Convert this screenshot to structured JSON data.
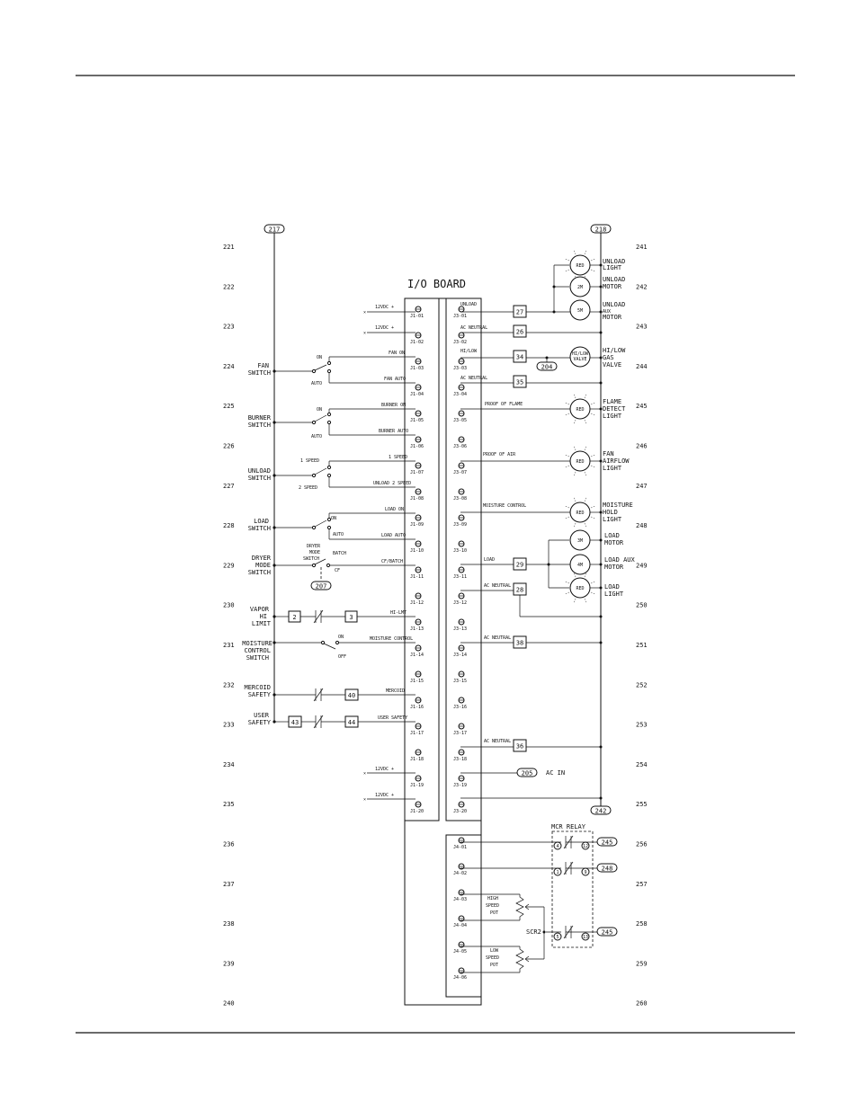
{
  "page": {
    "title": "I/O BOARD"
  },
  "refs_top": {
    "left": "217",
    "right": "218"
  },
  "ref_bottom_right": "242",
  "line_numbers_left": [
    "221",
    "222",
    "223",
    "224",
    "225",
    "226",
    "227",
    "228",
    "229",
    "230",
    "231",
    "232",
    "233",
    "234",
    "235",
    "236",
    "237",
    "238",
    "239",
    "240"
  ],
  "line_numbers_right": [
    "241",
    "242",
    "243",
    "244",
    "245",
    "246",
    "247",
    "248",
    "249",
    "250",
    "251",
    "252",
    "253",
    "254",
    "255",
    "256",
    "257",
    "258",
    "259",
    "260"
  ],
  "j1": [
    "J1-01",
    "J1-02",
    "J1-03",
    "J1-04",
    "J1-05",
    "J1-06",
    "J1-07",
    "J1-08",
    "J1-09",
    "J1-10",
    "J1-11",
    "J1-12",
    "J1-13",
    "J1-14",
    "J1-15",
    "J1-16",
    "J1-17",
    "J1-18",
    "J1-19",
    "J1-20"
  ],
  "j3": [
    "J3-01",
    "J3-02",
    "J3-03",
    "J3-04",
    "J3-05",
    "J3-06",
    "J3-07",
    "J3-08",
    "J3-09",
    "J3-10",
    "J3-11",
    "J3-12",
    "J3-13",
    "J3-14",
    "J3-15",
    "J3-16",
    "J3-17",
    "J3-18",
    "J3-19",
    "J3-20"
  ],
  "j4": [
    "J4-01",
    "J4-02",
    "J4-03",
    "J4-04",
    "J4-05",
    "J4-06"
  ],
  "left_labels": {
    "v12_1": "12VDC +",
    "v12_2": "12VDC +",
    "v12_19": "12VDC +",
    "v12_20": "12VDC +",
    "fan_sw": [
      "FAN",
      "SWITCH"
    ],
    "fan_on": "ON",
    "fan_auto": "AUTO",
    "burner_sw": [
      "BURNER",
      "SWITCH"
    ],
    "burner_on": "ON",
    "burner_auto": "AUTO",
    "unload_sw": [
      "UNLOAD",
      "SWITCH"
    ],
    "speed1": "1 SPEED",
    "speed2": "2 SPEED",
    "load_sw": [
      "LOAD",
      "SWITCH"
    ],
    "load_on": "ON",
    "load_auto": "AUTO",
    "dryer_sw": [
      "DRYER",
      "MODE",
      "SWITCH"
    ],
    "dmode_sw": [
      "DRYER",
      "MODE",
      "SWITCH"
    ],
    "dmode_batch": "BATCH",
    "dmode_cf": "CF",
    "ref207": "207",
    "vapor": [
      "VAPOR",
      "HI",
      "LIMIT"
    ],
    "vapor_b1": "2",
    "vapor_b2": "3",
    "moist_sw": [
      "MOISTURE",
      "CONTROL",
      "SWITCH"
    ],
    "moist_on": "ON",
    "moist_off": "OFF",
    "merc": [
      "MERCOID",
      "SAFETY"
    ],
    "merc_b": "40",
    "user": [
      "USER",
      "SAFETY"
    ],
    "user_b1": "43",
    "user_b2": "44"
  },
  "left_wire_labels": {
    "w3": "FAN ON",
    "w4": "FAN AUTO",
    "w5": "BURNER ON",
    "w6": "BURNER AUTO",
    "w7": "1 SPEED",
    "w8": "UNLOAD 2 SPEED",
    "w9": "LOAD ON",
    "w10": "LOAD AUTO",
    "w11": "CF/BATCH",
    "w13": "HI-LMT",
    "w14": "MOISTURE CONTROL",
    "w16": "MERCOID",
    "w17": "USER SAFETY"
  },
  "right_wire_labels": {
    "w1": "UNLOAD",
    "w2": "AC NEUTRAL",
    "w3": "HI/LOW",
    "w4": "AC NEUTRAL",
    "w5": "PROOF OF FLAME",
    "w7": "PROOF OF AIR",
    "w9": "MOISTURE CONTROL",
    "w11": "LOAD",
    "w12": "AC NEUTRAL",
    "w14": "AC NEUTRAL",
    "w18": "AC NEUTRAL"
  },
  "right_boxes": {
    "b27": "27",
    "b26": "26",
    "b34": "34",
    "b35": "35",
    "b29": "29",
    "b28": "28",
    "b38": "38",
    "b36": "36"
  },
  "right_devices": {
    "unload_light": {
      "code": "RED",
      "label": [
        "UNLOAD",
        "LIGHT"
      ]
    },
    "unload_motor": {
      "code": "2M",
      "label": [
        "UNLOAD",
        "MOTOR"
      ]
    },
    "unload_aux": {
      "code": "5M",
      "label": [
        "UNLOAD",
        "AUX",
        "MOTOR"
      ]
    },
    "gas_valve": {
      "code": [
        "HI/LOW",
        "VALVE"
      ],
      "label": [
        "HI/LOW",
        "GAS",
        "VALVE"
      ],
      "ref": "204"
    },
    "flame": {
      "code": "RED",
      "label": [
        "FLAME",
        "DETECT",
        "LIGHT"
      ]
    },
    "airflow": {
      "code": "RED",
      "label": [
        "FAN",
        "AIRFLOW",
        "LIGHT"
      ]
    },
    "moisture": {
      "code": "RED",
      "label": [
        "MOISTURE",
        "HOLD",
        "LIGHT"
      ]
    },
    "load_motor": {
      "code": "3M",
      "label": [
        "LOAD",
        "MOTOR"
      ]
    },
    "load_aux": {
      "code": "4M",
      "label": [
        "LOAD AUX",
        "MOTOR"
      ]
    },
    "load_light": {
      "code": "RED",
      "label": [
        "LOAD",
        "LIGHT"
      ]
    }
  },
  "ac_in": {
    "ref": "205",
    "label": "AC IN"
  },
  "mcr": {
    "title": "MCR RELAY",
    "c1": [
      "4",
      "12"
    ],
    "c2": [
      "1",
      "9"
    ],
    "c3": [
      "5",
      "13"
    ],
    "refs": [
      "245",
      "248",
      "245"
    ]
  },
  "pots": {
    "high": [
      "HIGH",
      "SPEED",
      "POT"
    ],
    "low": [
      "LOW",
      "SPEED",
      "POT"
    ],
    "scr": "SCR2"
  }
}
